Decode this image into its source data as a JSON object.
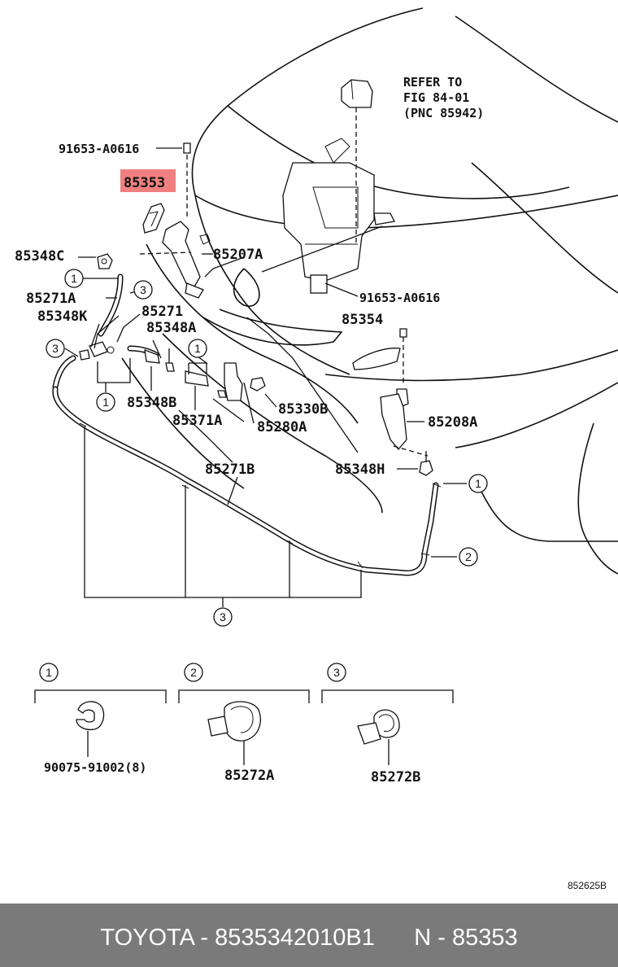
{
  "labels": {
    "ref_line1": "REFER TO",
    "ref_line2": "FIG 84-01",
    "ref_line3": "(PNC 85942)",
    "bolt_top": "91653-A0616",
    "highlighted_part": "85353",
    "bracket_c": "85348C",
    "bracket_85207a": "85207A",
    "hose_85271a": "85271A",
    "hose_85271": "85271",
    "bracket_k": "85348K",
    "bracket_a": "85348A",
    "bolt_right": "91653-A0616",
    "part_85354": "85354",
    "part_85348b": "85348B",
    "part_85330b": "85330B",
    "part_85208a": "85208A",
    "part_85371a": "85371A",
    "part_85280a": "85280A",
    "hose_85271b": "85271B",
    "bracket_h": "85348H"
  },
  "callouts": {
    "one": "1",
    "two": "2",
    "three": "3"
  },
  "legend": {
    "part_1": "90075-91002(8)",
    "part_2": "85272A",
    "part_3": "85272B"
  },
  "diagram_code": "852625B",
  "footer": {
    "text": "TOYOTA - 8535342010B1      N - 85353"
  },
  "colors": {
    "highlight": "#f08080",
    "footer_bg": "#7a7a7a",
    "footer_text": "#ffffff"
  }
}
